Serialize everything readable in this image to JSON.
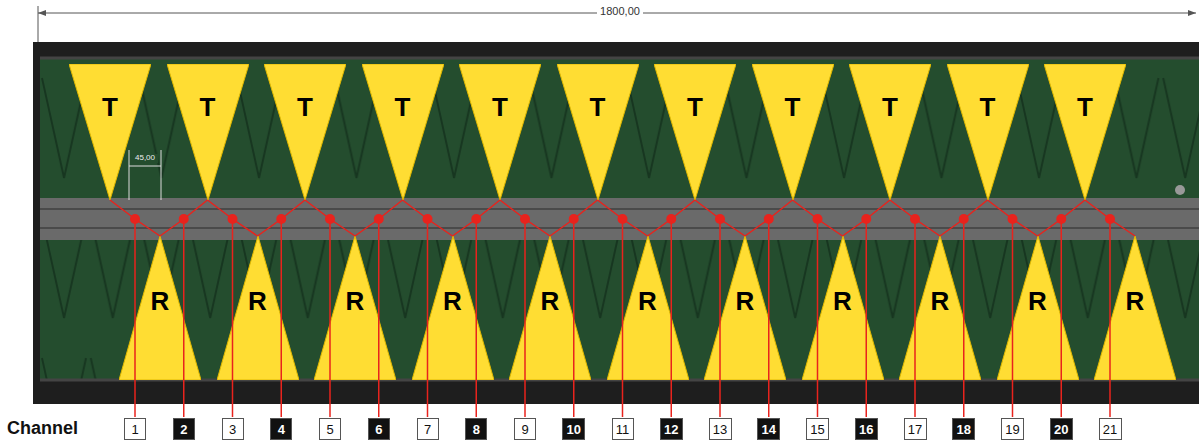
{
  "diagram": {
    "nodes": [
      {
        "text": [
          "T"
        ]
      },
      {
        "text": [
          "T"
        ]
      },
      {
        "text": [
          "T"
        ]
      },
      {
        "text": [
          "T"
        ]
      },
      {
        "text": [
          "T"
        ]
      },
      {
        "text": [
          "T"
        ]
      },
      {
        "text": [
          "T"
        ]
      },
      {
        "text": [
          "T"
        ]
      },
      {
        "text": [
          "T"
        ]
      },
      {
        "text": [
          "T"
        ]
      },
      {
        "text": [
          "T"
        ]
      },
      {
        "text": [
          "R"
        ]
      },
      {
        "text": [
          "R"
        ]
      },
      {
        "text": [
          "R"
        ]
      },
      {
        "text": [
          "R"
        ]
      },
      {
        "text": [
          "R"
        ]
      },
      {
        "text": [
          "R"
        ]
      },
      {
        "text": [
          "R"
        ]
      },
      {
        "text": [
          "R"
        ]
      },
      {
        "text": [
          "R"
        ]
      },
      {
        "text": [
          "R"
        ]
      },
      {
        "text": [
          "R"
        ]
      },
      {
        "text": [
          "1"
        ]
      },
      {
        "text": [
          "2"
        ]
      },
      {
        "text": [
          "3"
        ]
      },
      {
        "text": [
          "4"
        ]
      },
      {
        "text": [
          "5"
        ]
      },
      {
        "text": [
          "6"
        ]
      },
      {
        "text": [
          "7"
        ]
      },
      {
        "text": [
          "8"
        ]
      },
      {
        "text": [
          "9"
        ]
      },
      {
        "text": [
          "10"
        ]
      },
      {
        "text": [
          "11"
        ]
      },
      {
        "text": [
          "12"
        ]
      },
      {
        "text": [
          "13"
        ]
      },
      {
        "text": [
          "14"
        ]
      },
      {
        "text": [
          "15"
        ]
      },
      {
        "text": [
          "16"
        ]
      },
      {
        "text": [
          "17"
        ]
      },
      {
        "text": [
          "18"
        ]
      },
      {
        "text": [
          "19"
        ]
      },
      {
        "text": [
          "20"
        ]
      },
      {
        "text": [
          "21"
        ]
      }
    ],
    "edges": [
      {
        "from": 0,
        "to": 11,
        "arrow": "none"
      },
      {
        "from": 1,
        "to": 11,
        "arrow": "none"
      },
      {
        "from": 1,
        "to": 12,
        "arrow": "none"
      },
      {
        "from": 2,
        "to": 12,
        "arrow": "none"
      },
      {
        "from": 2,
        "to": 13,
        "arrow": "none"
      },
      {
        "from": 3,
        "to": 13,
        "arrow": "none"
      },
      {
        "from": 3,
        "to": 14,
        "arrow": "none"
      },
      {
        "from": 4,
        "to": 14,
        "arrow": "none"
      },
      {
        "from": 4,
        "to": 15,
        "arrow": "none"
      },
      {
        "from": 5,
        "to": 15,
        "arrow": "none"
      },
      {
        "from": 5,
        "to": 16,
        "arrow": "none"
      },
      {
        "from": 6,
        "to": 16,
        "arrow": "none"
      },
      {
        "from": 6,
        "to": 17,
        "arrow": "none"
      },
      {
        "from": 7,
        "to": 17,
        "arrow": "none"
      },
      {
        "from": 7,
        "to": 18,
        "arrow": "none"
      },
      {
        "from": 8,
        "to": 18,
        "arrow": "none"
      },
      {
        "from": 8,
        "to": 19,
        "arrow": "none"
      },
      {
        "from": 9,
        "to": 19,
        "arrow": "none"
      },
      {
        "from": 9,
        "to": 20,
        "arrow": "none"
      },
      {
        "from": 10,
        "to": 20,
        "arrow": "none"
      },
      {
        "from": 10,
        "to": 21,
        "arrow": "none"
      }
    ],
    "labels": [
      "1800,00",
      "45,00",
      "Channel"
    ]
  }
}
